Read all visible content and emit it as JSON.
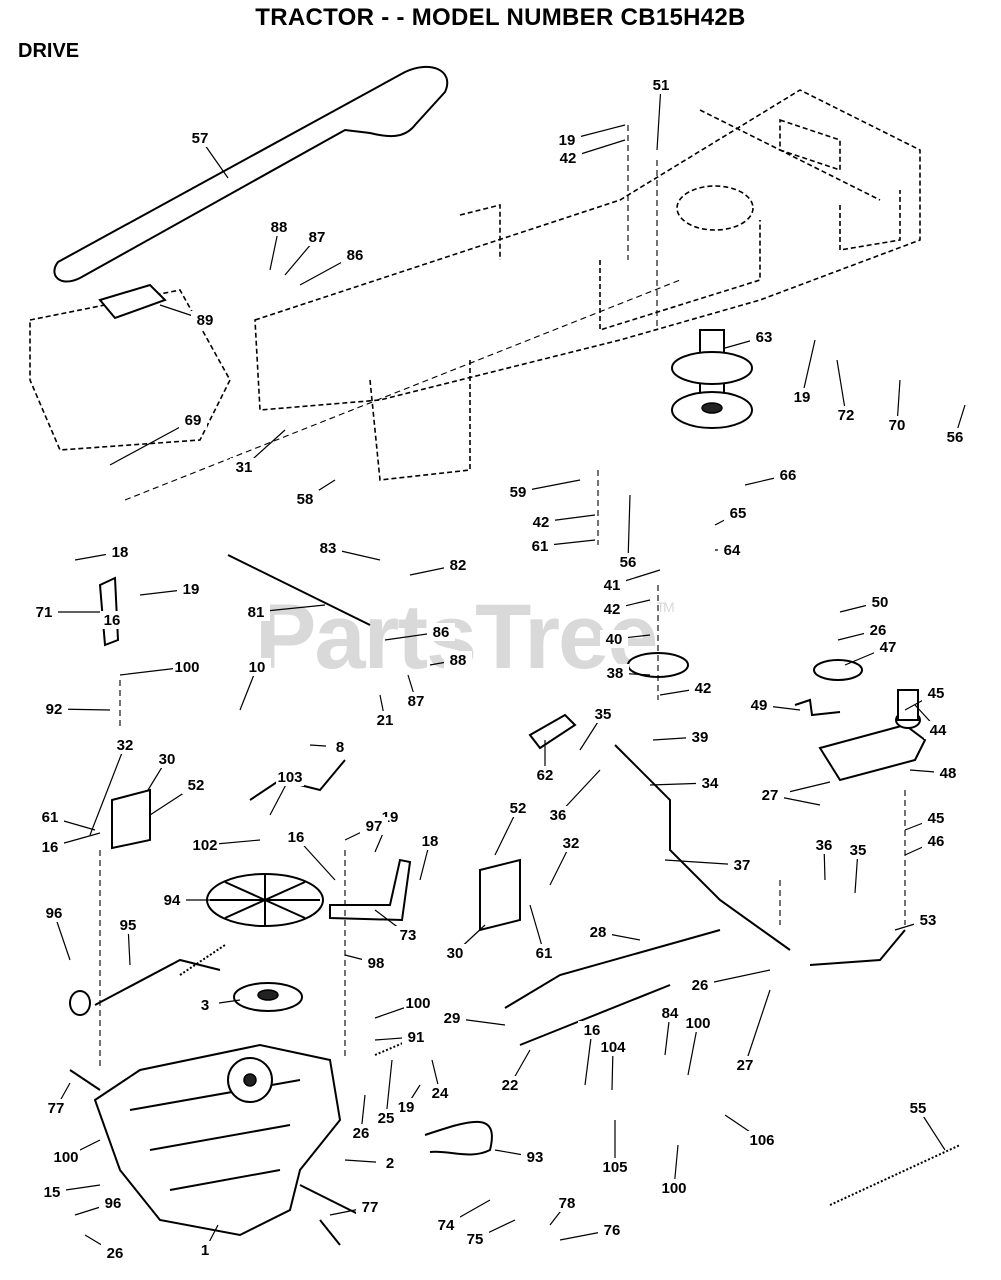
{
  "header": {
    "title": "TRACTOR - - MODEL NUMBER CB15H42B",
    "section": "DRIVE"
  },
  "watermark": {
    "text": "PartsTree",
    "mark": "TM"
  },
  "callouts": [
    "1",
    "2",
    "3",
    "8",
    "10",
    "15",
    "16",
    "18",
    "19",
    "21",
    "22",
    "24",
    "25",
    "26",
    "27",
    "28",
    "29",
    "30",
    "31",
    "32",
    "34",
    "35",
    "36",
    "37",
    "38",
    "39",
    "40",
    "41",
    "42",
    "44",
    "45",
    "46",
    "47",
    "48",
    "49",
    "50",
    "51",
    "52",
    "53",
    "55",
    "56",
    "57",
    "58",
    "59",
    "61",
    "62",
    "63",
    "64",
    "65",
    "66",
    "69",
    "70",
    "71",
    "72",
    "73",
    "74",
    "75",
    "76",
    "77",
    "78",
    "81",
    "82",
    "83",
    "84",
    "86",
    "87",
    "88",
    "89",
    "91",
    "92",
    "93",
    "94",
    "95",
    "96",
    "97",
    "98",
    "100",
    "102",
    "103",
    "104",
    "105",
    "106"
  ]
}
